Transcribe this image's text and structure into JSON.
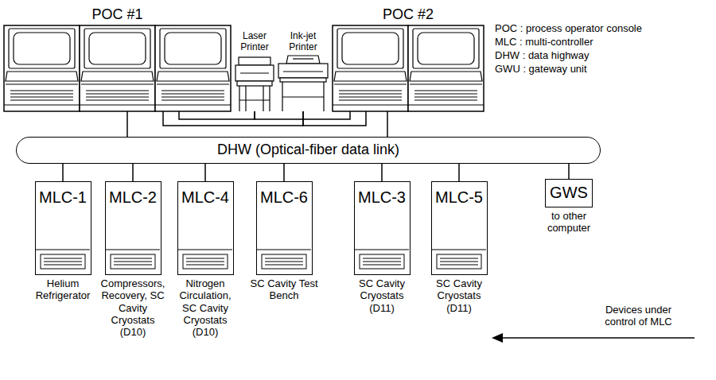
{
  "diagram": {
    "nodes": [
      {
        "text": [
          "POC #1"
        ]
      },
      {
        "text": [
          "Laser Printer"
        ]
      },
      {
        "text": [
          "Ink-jet Printer"
        ]
      },
      {
        "text": [
          "POC #2"
        ]
      },
      {
        "text": [
          "DHW (Optical-fiber data link)"
        ]
      },
      {
        "text": [
          "MLC-1",
          "Helium Refrigerator"
        ]
      },
      {
        "text": [
          "MLC-2",
          "Compressors, Recovery, SC Cavity Cryostats (D10)"
        ]
      },
      {
        "text": [
          "MLC-4",
          "Nitrogen Circulation, SC Cavity Cryostats (D10)"
        ]
      },
      {
        "text": [
          "MLC-6",
          "SC Cavity Test Bench"
        ]
      },
      {
        "text": [
          "MLC-3",
          "SC Cavity Cryostats (D11)"
        ]
      },
      {
        "text": [
          "MLC-5",
          "SC Cavity Cryostats (D11)"
        ]
      },
      {
        "text": [
          "GWS",
          "to other computer"
        ]
      }
    ],
    "edges": [
      {
        "from": 0,
        "to": 4,
        "arrow": "none"
      },
      {
        "from": 3,
        "to": 4,
        "arrow": "none"
      },
      {
        "from": 1,
        "to": 0,
        "arrow": "none"
      },
      {
        "from": 1,
        "to": 3,
        "arrow": "none"
      },
      {
        "from": 2,
        "to": 0,
        "arrow": "none"
      },
      {
        "from": 2,
        "to": 3,
        "arrow": "none"
      },
      {
        "from": 4,
        "to": 5,
        "arrow": "none"
      },
      {
        "from": 4,
        "to": 6,
        "arrow": "none"
      },
      {
        "from": 4,
        "to": 7,
        "arrow": "none"
      },
      {
        "from": 4,
        "to": 8,
        "arrow": "none"
      },
      {
        "from": 4,
        "to": 9,
        "arrow": "none"
      },
      {
        "from": 4,
        "to": 10,
        "arrow": "none"
      },
      {
        "from": 4,
        "to": 11,
        "arrow": "none"
      }
    ],
    "labels": [
      "POC : process operator console",
      "MLC : multi-controller",
      "DHW : data highway",
      "GWU : gateway unit",
      "Devices under control of MLC"
    ]
  }
}
